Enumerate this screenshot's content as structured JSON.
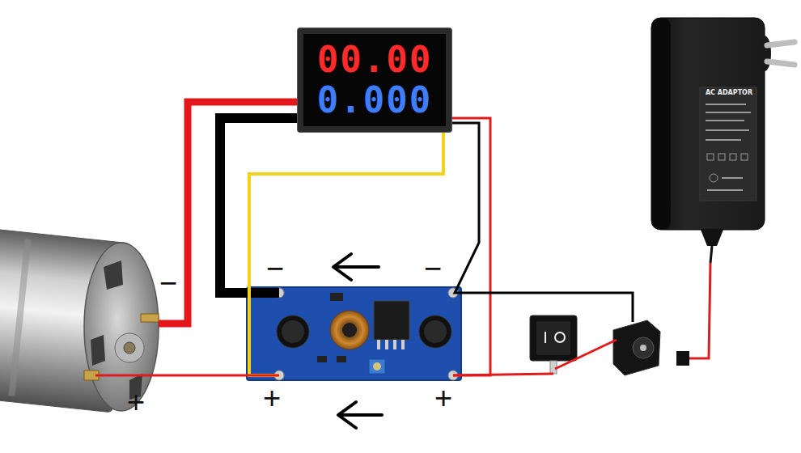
{
  "diagram": {
    "nodes": [
      {
        "text": [
          "00.00",
          "0.000"
        ]
      },
      {
        "text": [
          "AC ADAPTOR"
        ]
      }
    ],
    "labels": [
      "−",
      "−",
      "−",
      "+",
      "+",
      "+"
    ]
  }
}
